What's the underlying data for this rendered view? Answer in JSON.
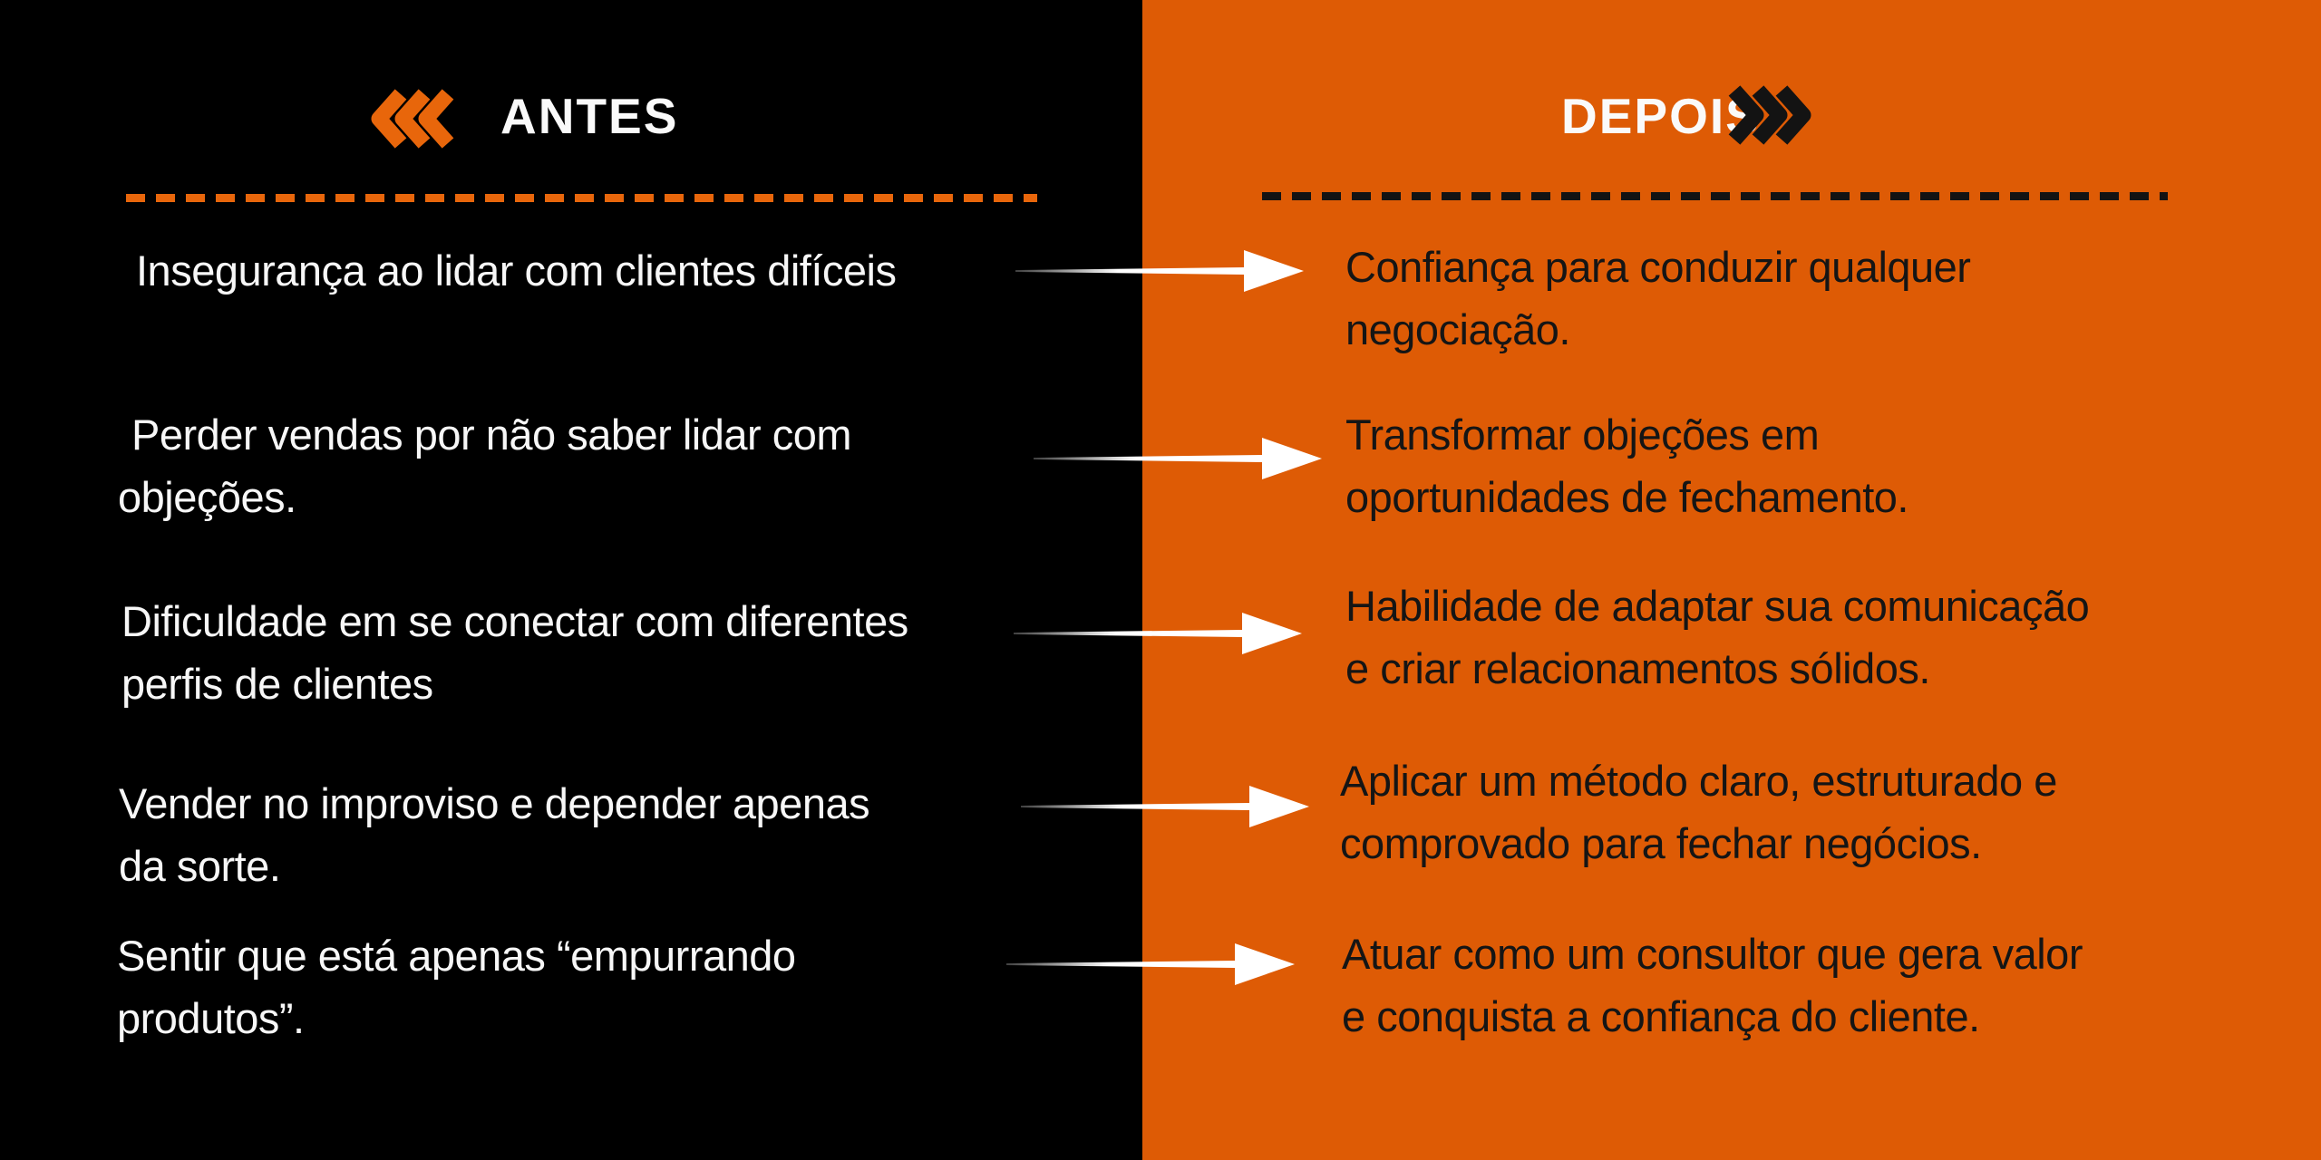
{
  "header": {
    "before_label": "ANTES",
    "after_label": "DEPOIS",
    "before_icon": "triple-chevron-left",
    "after_icon": "triple-chevron-right"
  },
  "colors": {
    "left_background": "#000000",
    "right_background": "#DE5B05",
    "accent_orange": "#E8660B",
    "left_text": "#F7F7F7",
    "right_text": "#151515",
    "arrow_color": "#FFFFFF"
  },
  "rows": [
    {
      "before_lines": [
        "Insegurança ao lidar com clientes difíceis",
        ""
      ],
      "after_lines": [
        "Confiança para conduzir qualquer",
        "negociação."
      ]
    },
    {
      "before_lines": [
        "Perder vendas por não saber lidar com",
        "objeções."
      ],
      "after_lines": [
        "Transformar objeções em",
        "oportunidades de fechamento."
      ]
    },
    {
      "before_lines": [
        "Dificuldade em se conectar com diferentes",
        "perfis de clientes"
      ],
      "after_lines": [
        "Habilidade de adaptar sua comunicação",
        "e criar relacionamentos sólidos."
      ]
    },
    {
      "before_lines": [
        "Vender no improviso e depender apenas",
        "da sorte."
      ],
      "after_lines": [
        "Aplicar um método claro, estruturado e",
        "comprovado para fechar negócios."
      ]
    },
    {
      "before_lines": [
        "Sentir que está apenas “empurrando",
        "produtos”."
      ],
      "after_lines": [
        "Atuar como um consultor que gera valor",
        "e conquista a confiança do cliente."
      ]
    }
  ]
}
